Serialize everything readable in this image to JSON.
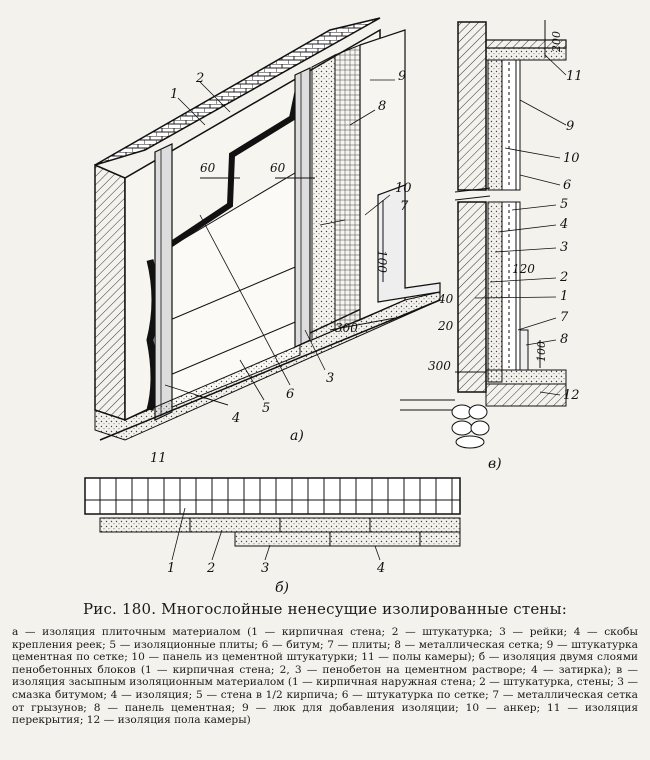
{
  "figure": {
    "caption": "Рис. 180. Многослойные ненесущие изолированные стены:",
    "legend": "а — изоляция плиточным материалом (1 — кирпичная стена; 2 — штукатурка; 3 — рейки; 4 — скобы крепления реек; 5 — изоляционные плиты; 6 — битум; 7 — плиты; 8 — металлическая сетка; 9 — штукатурка цементная по сетке; 10 — панель из цементной штукатурки; 11 — полы камеры); б — изоляция двумя слоями пенобетонных блоков (1 — кирпичная стена; 2, 3 — пенобетон на цементном растворе; 4 — затирка); в — изоляция засыпным изоляционным материалом (1 — кирпичная наружная стена; 2 — штукатурка, стены; 3 — смазка битумом; 4 — изоляция; 5 — стена в 1/2 кирпича; 6 — штукатурка по сетке; 7 — металлическая сетка от грызунов; 8 — панель цементная; 9 — люк для добавления изоляции; 10 — анкер; 11 — изоляция перекрытия; 12 — изоляция пола камеры)"
  },
  "view_a": {
    "label": "а)",
    "callouts": [
      "1",
      "2",
      "3",
      "4",
      "5",
      "6",
      "7",
      "8",
      "9",
      "10",
      "11"
    ],
    "dimensions": [
      "60",
      "60",
      "100",
      "300"
    ]
  },
  "view_b": {
    "label": "б)",
    "callouts": [
      "1",
      "2",
      "3",
      "4"
    ]
  },
  "view_v": {
    "label": "в)",
    "callouts": [
      "1",
      "2",
      "3",
      "4",
      "5",
      "6",
      "7",
      "8",
      "9",
      "10",
      "11",
      "12"
    ],
    "dimensions": [
      "200",
      "120",
      "40",
      "20",
      "100",
      "300"
    ]
  }
}
